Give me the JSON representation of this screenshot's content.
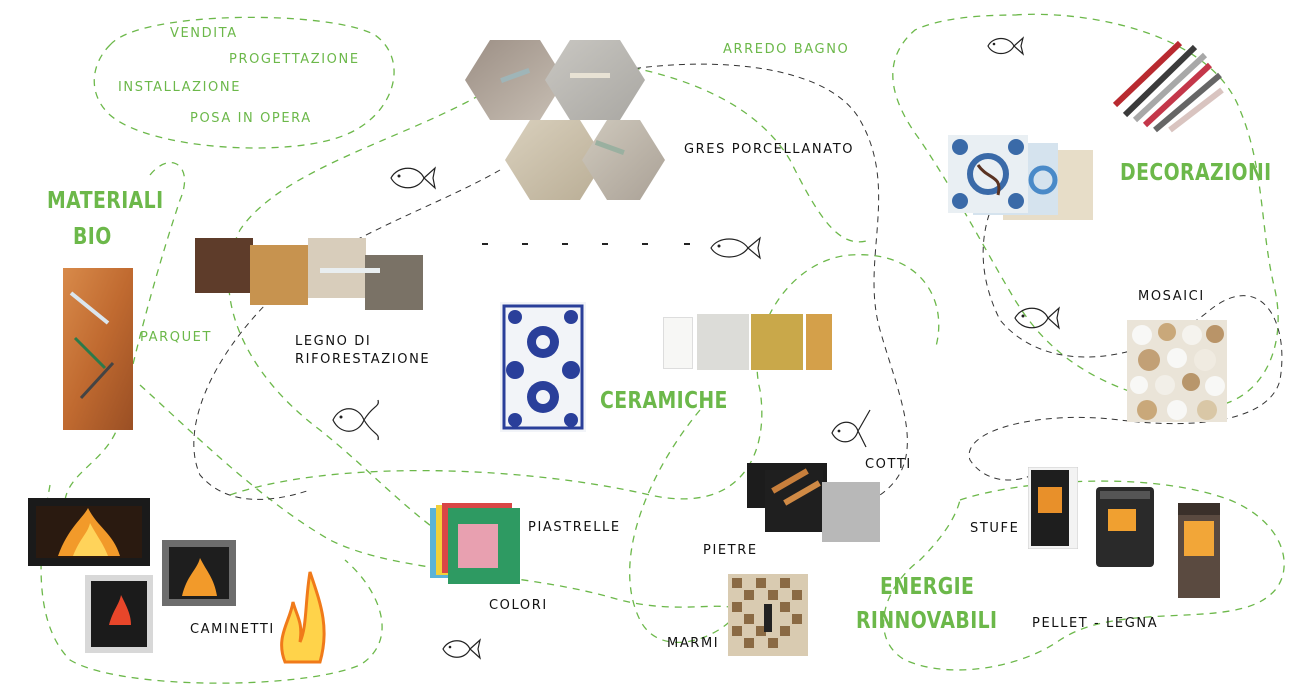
{
  "services": [
    "VENDITA",
    "PROGETTAZIONE",
    "INSTALLAZIONE",
    "POSA IN OPERA"
  ],
  "labels": {
    "arredo_bagno": "ARREDO BAGNO",
    "gres": "GRES PORCELLANATO",
    "legno_line1": "LEGNO DI",
    "legno_line2": "RIFORESTAZIONE",
    "parquet": "PARQUET",
    "mosaici": "MOSAICI",
    "cotti": "COTTI",
    "stufe": "STUFE",
    "pellet": "PELLET - LEGNA",
    "piastrelle": "PIASTRELLE",
    "pietre": "PIETRE",
    "colori": "COLORI",
    "marmi": "MARMI",
    "caminetti": "CAMINETTI"
  },
  "categories": {
    "materiali_line1": "MATERIALI",
    "materiali_line2": "BIO",
    "ceramiche": "CERAMICHE",
    "decorazioni": "DECORAZIONI",
    "energie_line1": "ENERGIE",
    "energie_line2": "RINNOVABILI"
  },
  "colors": {
    "accent_green": "#6cb84a",
    "dash_gray": "#333333",
    "text": "#111111"
  }
}
